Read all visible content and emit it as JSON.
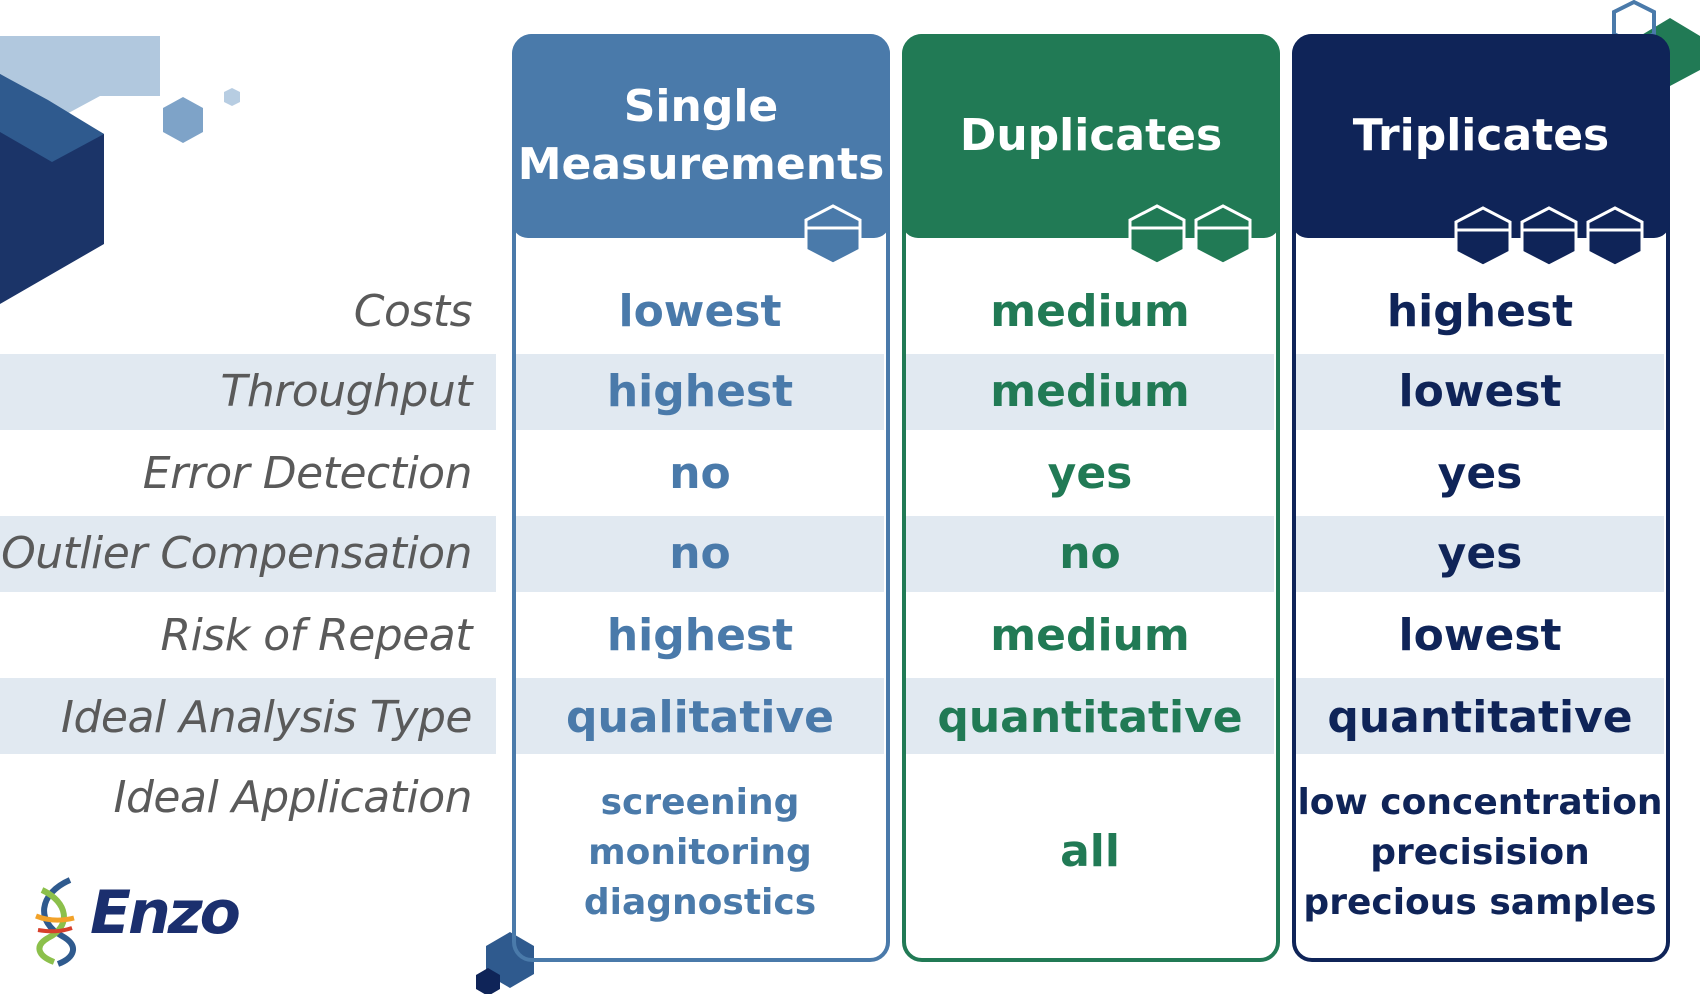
{
  "columns": [
    {
      "title_line1": "Single",
      "title_line2": "Measurements",
      "color": "#4a7aaa"
    },
    {
      "title_line1": "Duplicates",
      "title_line2": "",
      "color": "#217a55"
    },
    {
      "title_line1": "Triplicates",
      "title_line2": "",
      "color": "#0f2458"
    }
  ],
  "rows": [
    {
      "label": "Costs",
      "values": [
        "lowest",
        "medium",
        "highest"
      ]
    },
    {
      "label": "Throughput",
      "values": [
        "highest",
        "medium",
        "lowest"
      ]
    },
    {
      "label": "Error Detection",
      "values": [
        "no",
        "yes",
        "yes"
      ]
    },
    {
      "label": "Outlier Compensation",
      "values": [
        "no",
        "no",
        "yes"
      ]
    },
    {
      "label": "Risk of Repeat",
      "values": [
        "highest",
        "medium",
        "lowest"
      ]
    },
    {
      "label": "Ideal Analysis Type",
      "values": [
        "qualitative",
        "quantitative",
        "quantitative"
      ]
    },
    {
      "label": "Ideal Application",
      "values": [
        [
          "screening",
          "monitoring",
          "diagnostics"
        ],
        [
          "all"
        ],
        [
          "low concentration",
          "precisision",
          "precious samples"
        ]
      ]
    }
  ],
  "logo": {
    "text": "Enzo"
  },
  "colors": {
    "band": "#e1e9f1",
    "label": "#5a5a5a"
  }
}
